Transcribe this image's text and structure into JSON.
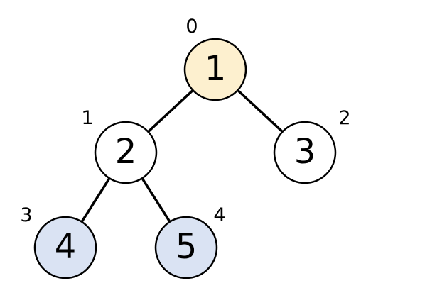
{
  "colors": {
    "root_fill": "#fdf0cf",
    "default_fill": "#ffffff",
    "leaf_fill": "#dae3f3",
    "stroke": "#000000"
  },
  "nodes": [
    {
      "id": "n0",
      "value": "1",
      "index": "0",
      "fill": "root_fill"
    },
    {
      "id": "n1",
      "value": "2",
      "index": "1",
      "fill": "default_fill"
    },
    {
      "id": "n2",
      "value": "3",
      "index": "2",
      "fill": "default_fill"
    },
    {
      "id": "n3",
      "value": "4",
      "index": "3",
      "fill": "leaf_fill"
    },
    {
      "id": "n4",
      "value": "5",
      "index": "4",
      "fill": "leaf_fill"
    }
  ],
  "edges": [
    {
      "from": "n0",
      "to": "n1"
    },
    {
      "from": "n0",
      "to": "n2"
    },
    {
      "from": "n1",
      "to": "n3"
    },
    {
      "from": "n1",
      "to": "n4"
    }
  ]
}
